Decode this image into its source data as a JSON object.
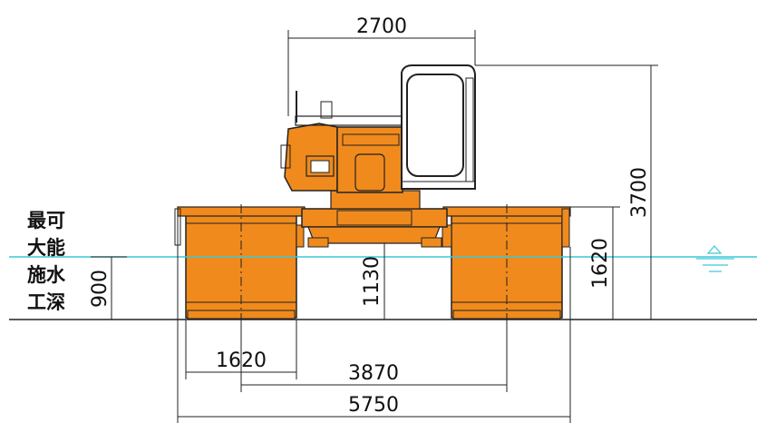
{
  "dimensions": {
    "cab_width": "2700",
    "total_height": "3700",
    "pontoon_height": "1620",
    "clearance_height": "1130",
    "max_depth": "900",
    "pontoon_width": "1620",
    "pontoon_centers": "3870",
    "total_width": "5750"
  },
  "label": {
    "line1": "最可",
    "line2": "大能",
    "line3": "施水",
    "line4": "工深"
  },
  "colors": {
    "machine": "#f08a1c",
    "outline": "#222222",
    "water": "#3cc8d8",
    "background": "#ffffff"
  },
  "icons": [
    "water-level-icon"
  ]
}
